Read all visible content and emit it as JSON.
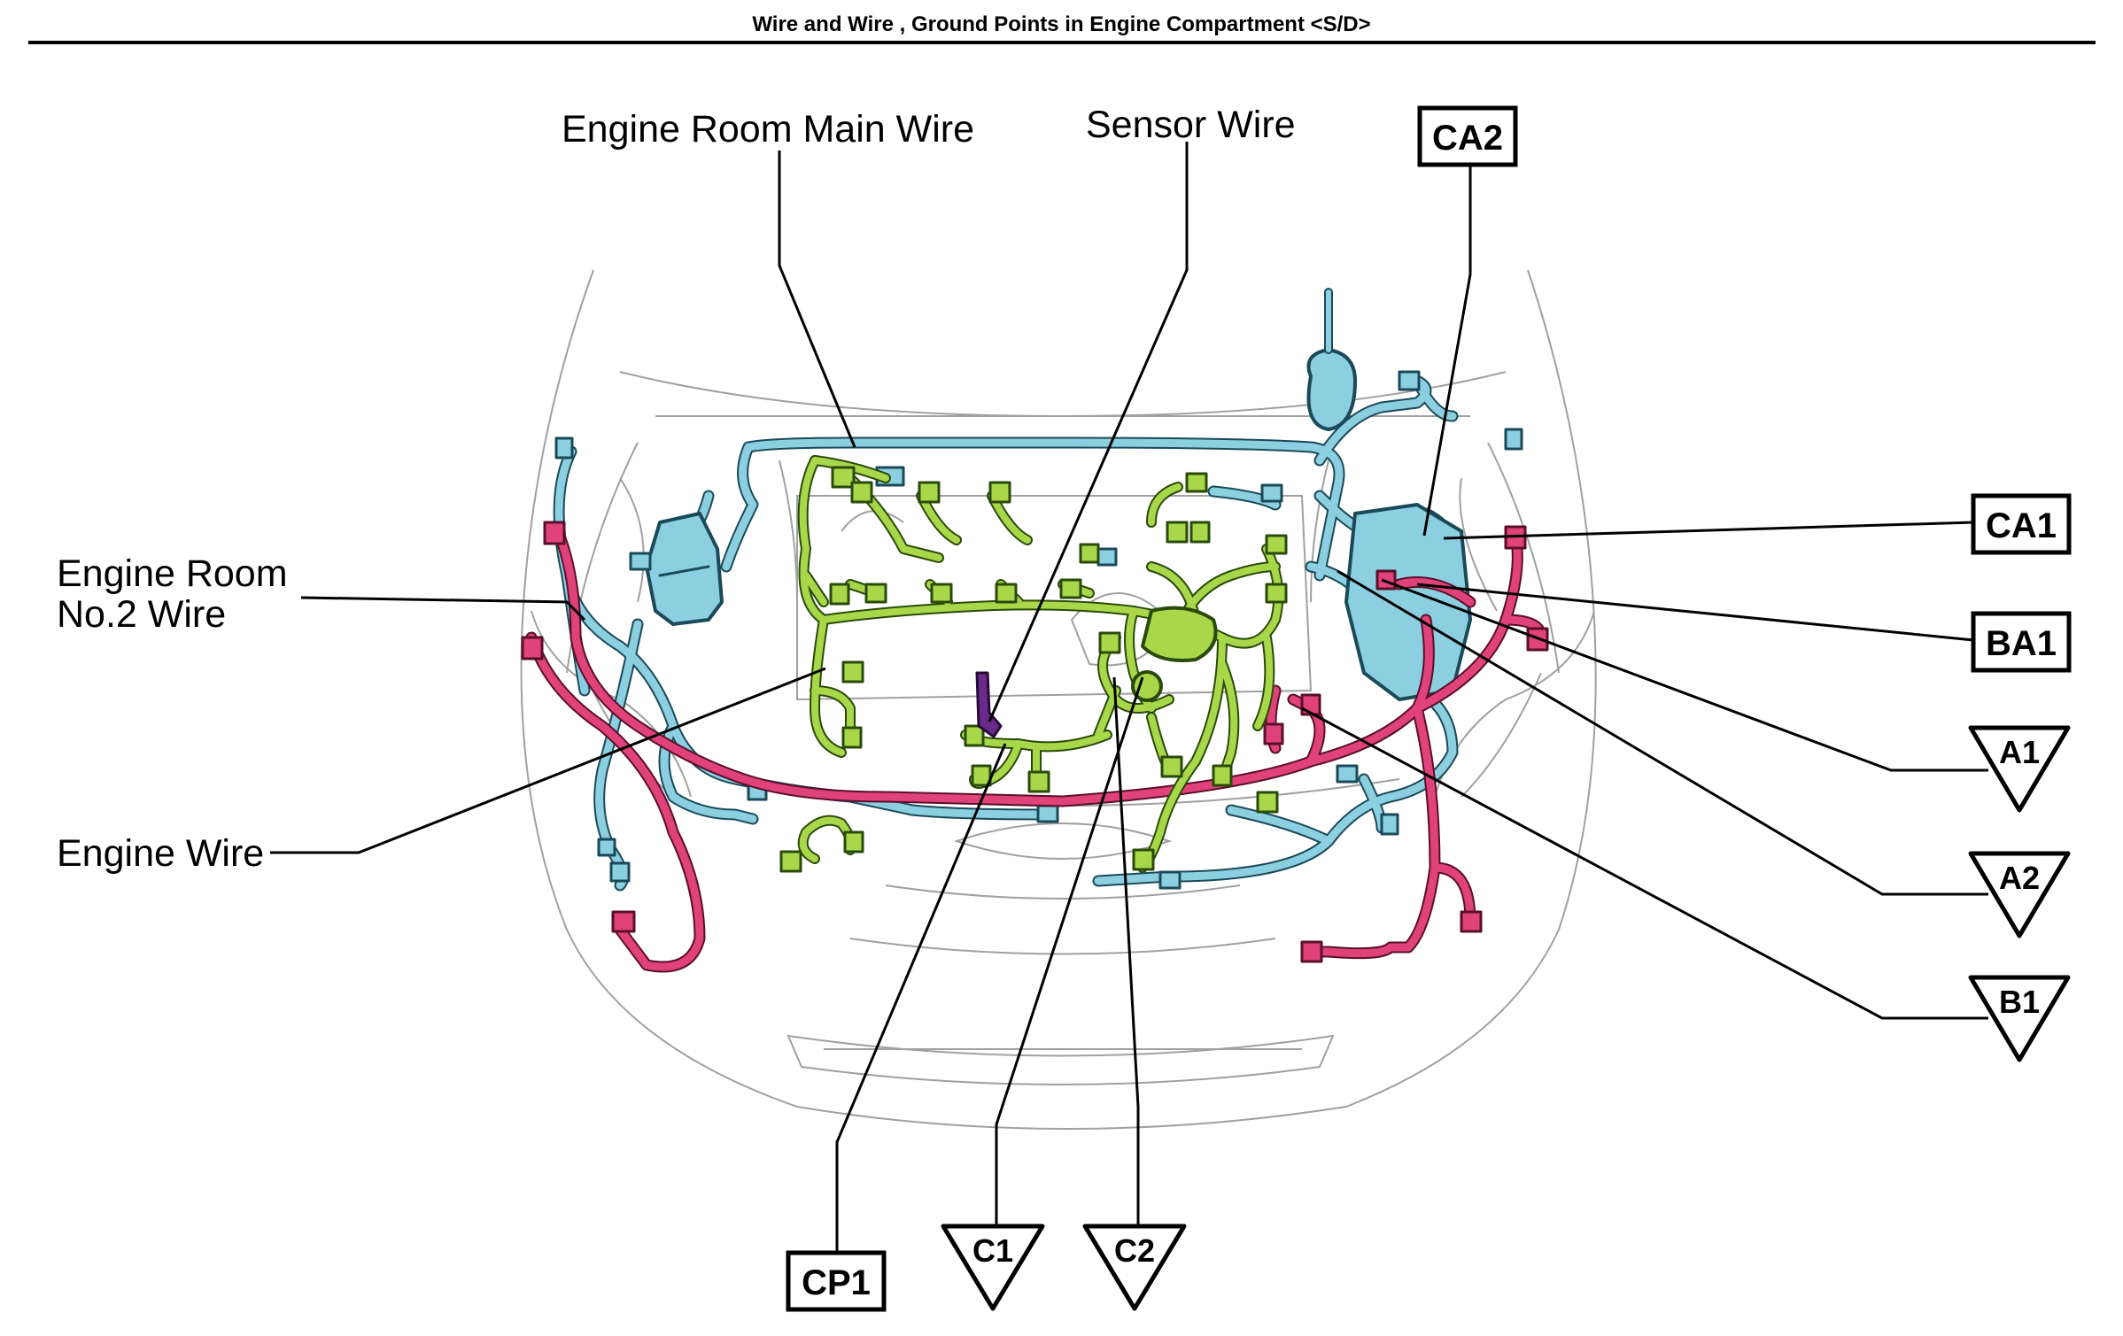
{
  "title": "Wire and Wire , Ground Points in Engine Compartment <S/D>",
  "wire_labels": {
    "engine_room_main": "Engine Room Main Wire",
    "sensor": "Sensor Wire",
    "engine_room_no2_line1": "Engine Room",
    "engine_room_no2_line2": "No.2 Wire",
    "engine": "Engine Wire"
  },
  "box_points": {
    "ca2": "CA2",
    "ca1": "CA1",
    "ba1": "BA1",
    "cp1": "CP1"
  },
  "ground_points": {
    "a1": "A1",
    "a2": "A2",
    "b1": "B1",
    "c1": "C1",
    "c2": "C2"
  },
  "colors": {
    "main_wire": "#8ccfe0",
    "engine_wire": "#a8d84a",
    "no2_wire": "#e0427a",
    "sensor_part": "#6a2a8a",
    "outline": "#9a9a9a",
    "leader": "#000000"
  }
}
